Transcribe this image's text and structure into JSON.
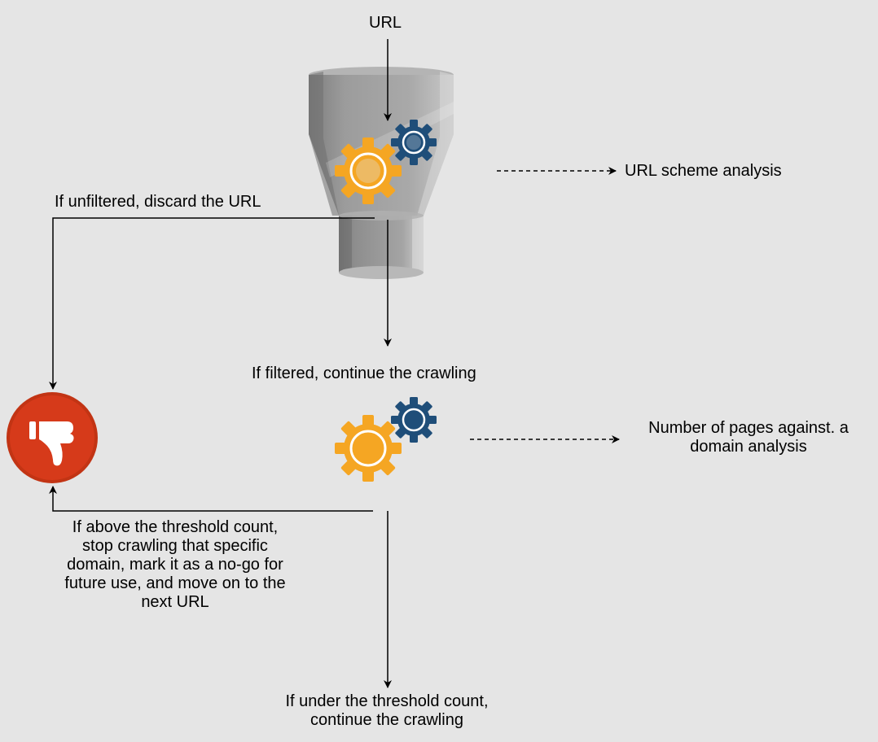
{
  "labels": {
    "input": "URL",
    "scheme_analysis": "URL scheme analysis",
    "unfiltered": "If unfiltered, discard the URL",
    "filtered": "If filtered, continue the crawling",
    "pages_analysis_line1": "Number of pages against. a",
    "pages_analysis_line2": "domain analysis",
    "above_threshold_line1": "If above the threshold count,",
    "above_threshold_line2": "stop crawling that specific",
    "above_threshold_line3": "domain, mark it as a no-go for",
    "above_threshold_line4": "future use, and move on to the",
    "above_threshold_line5": "next URL",
    "under_threshold_line1": "If under the threshold count,",
    "under_threshold_line2": "continue the crawling"
  },
  "icons": {
    "funnel": "funnel-filter-icon",
    "gears": "gears-icon",
    "reject": "thumbs-down-icon"
  },
  "colors": {
    "background": "#e5e5e5",
    "gear_orange": "#f5a623",
    "gear_navy": "#1f4e79",
    "reject_red": "#d63a1a",
    "funnel_gray": "#9a9a9a"
  }
}
